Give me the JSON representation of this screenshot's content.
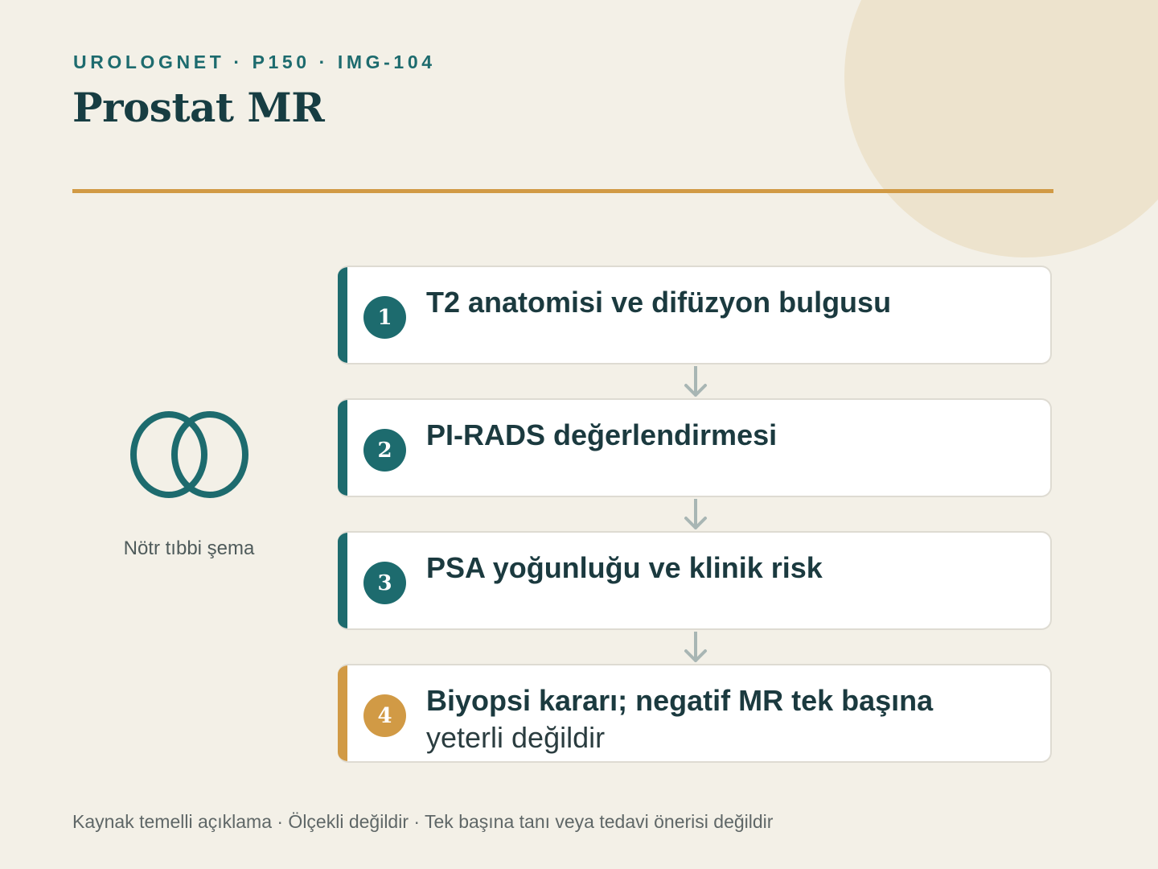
{
  "header": {
    "kicker": "UROLOGNET · P150 · IMG-104",
    "title": "Prostat MR"
  },
  "side": {
    "icon": "prostate-outline-icon",
    "label": "Nötr tıbbi şema"
  },
  "steps": [
    {
      "number": "1",
      "text": "T2 anatomisi ve difüzyon bulgusu",
      "subtext": ""
    },
    {
      "number": "2",
      "text": "PI-RADS değerlendirmesi",
      "subtext": ""
    },
    {
      "number": "3",
      "text": "PSA yoğunluğu ve klinik risk",
      "subtext": ""
    },
    {
      "number": "4",
      "text": "Biyopsi kararı; negatif MR tek başına",
      "subtext": "yeterli değildir"
    }
  ],
  "footer": "Kaynak temelli açıklama · Ölçekli değildir · Tek başına tanı veya tedavi önerisi değildir",
  "colors": {
    "teal": "#1d6b6e",
    "gold": "#d19a45",
    "background": "#f3f0e7",
    "card": "#ffffff"
  }
}
